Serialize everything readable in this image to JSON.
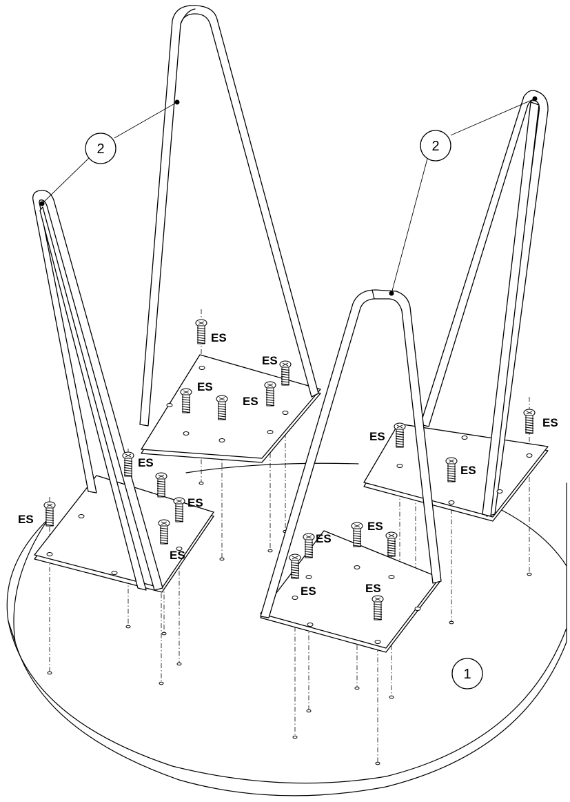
{
  "callouts": {
    "tabletop": "1",
    "leg_left": "2",
    "leg_right": "2"
  },
  "screw_label": "ES",
  "line_color": "#000000",
  "background_color": "#ffffff"
}
